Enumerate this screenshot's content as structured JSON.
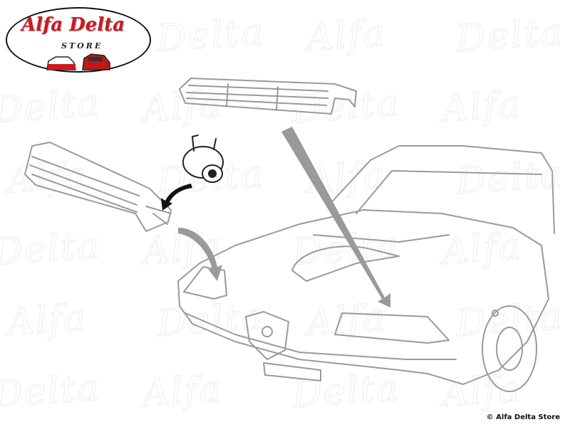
{
  "logo": {
    "title": "Alfa Delta",
    "subtitle": "STORE"
  },
  "watermark": {
    "word1": "Alfa",
    "word2": "Delta"
  },
  "copyright": "© Alfa Delta Store",
  "colors": {
    "line": "#999999",
    "arrow": "#9a9a9a",
    "brand": "#d01820"
  }
}
